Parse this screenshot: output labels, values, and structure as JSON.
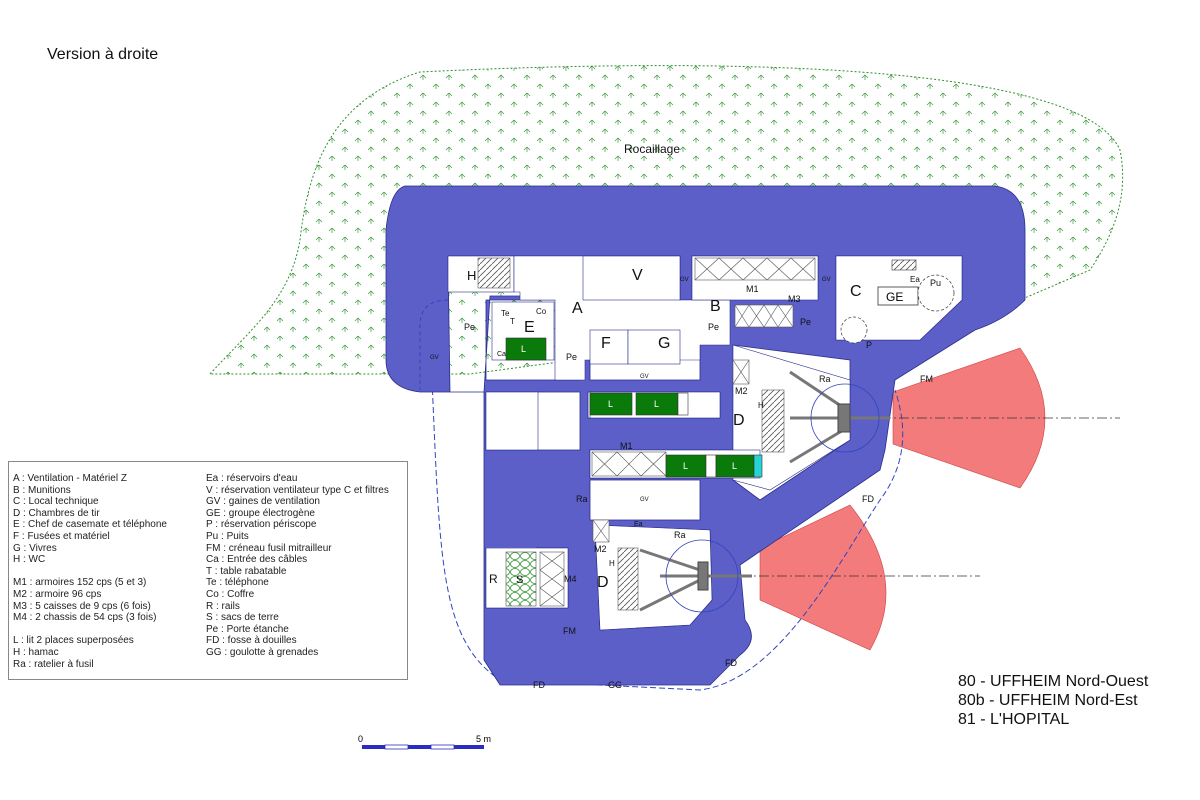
{
  "version_label": "Version à droite",
  "labels": {
    "rocaillage": "Rocaillage",
    "A": "A",
    "B": "B",
    "C": "C",
    "D": "D",
    "E": "E",
    "F": "F",
    "G": "G",
    "H": "H",
    "V": "V",
    "GE": "GE",
    "R": "R",
    "S": "S",
    "M1": "M1",
    "M2": "M2",
    "M3": "M3",
    "M4": "M4",
    "Pe": "Pe",
    "GV": "GV",
    "Ea": "Ea",
    "Pu": "Pu",
    "P": "P",
    "Ra": "Ra",
    "FM": "FM",
    "FD": "FD",
    "GG": "GG",
    "L": "L",
    "Te": "Te",
    "T": "T",
    "Co": "Co",
    "Ca": "Ca"
  },
  "scale": {
    "start": "0",
    "end": "5 m"
  },
  "legend": {
    "col1": [
      "A : Ventilation - Matériel Z",
      "B : Munitions",
      "C : Local technique",
      "D : Chambres de tir",
      "E : Chef de casemate et téléphone",
      "F : Fusées et matériel",
      "G : Vivres",
      "H : WC",
      "",
      "M1 : armoires 152 cps (5 et 3)",
      "M2 : armoire 96 cps",
      "M3 : 5 caisses de 9 cps (6 fois)",
      "M4 : 2 chassis de 54 cps (3 fois)",
      "",
      "L   : lit 2 places superposées",
      "H   : hamac",
      "Ra : ratelier à fusil"
    ],
    "col2": [
      "Ea : réservoirs d'eau",
      "V   : réservation ventilateur type C et filtres",
      "GV : gaines de ventilation",
      "GE : groupe électrogène",
      "P  : réservation périscope",
      "Pu : Puits",
      "FM : créneau fusil mitrailleur",
      "Ca : Entrée des câbles",
      "T   : table rabatable",
      "Te : téléphone",
      "Co : Coffre",
      "R  : rails",
      "S   : sacs de terre",
      "Pe : Porte étanche",
      "FD : fosse à douilles",
      "GG : goulotte à grenades"
    ]
  },
  "sites": [
    "80 - UFFHEIM Nord-Ouest",
    "80b - UFFHEIM Nord-Est",
    "81 - L'HOPITAL"
  ],
  "colors": {
    "concrete": "#5c5fc8",
    "rocaillage": "#2f8f2f",
    "firing_sector": "#f47b7b",
    "beds": "#0a7a0a",
    "beds_alt": "#27d3d3"
  }
}
